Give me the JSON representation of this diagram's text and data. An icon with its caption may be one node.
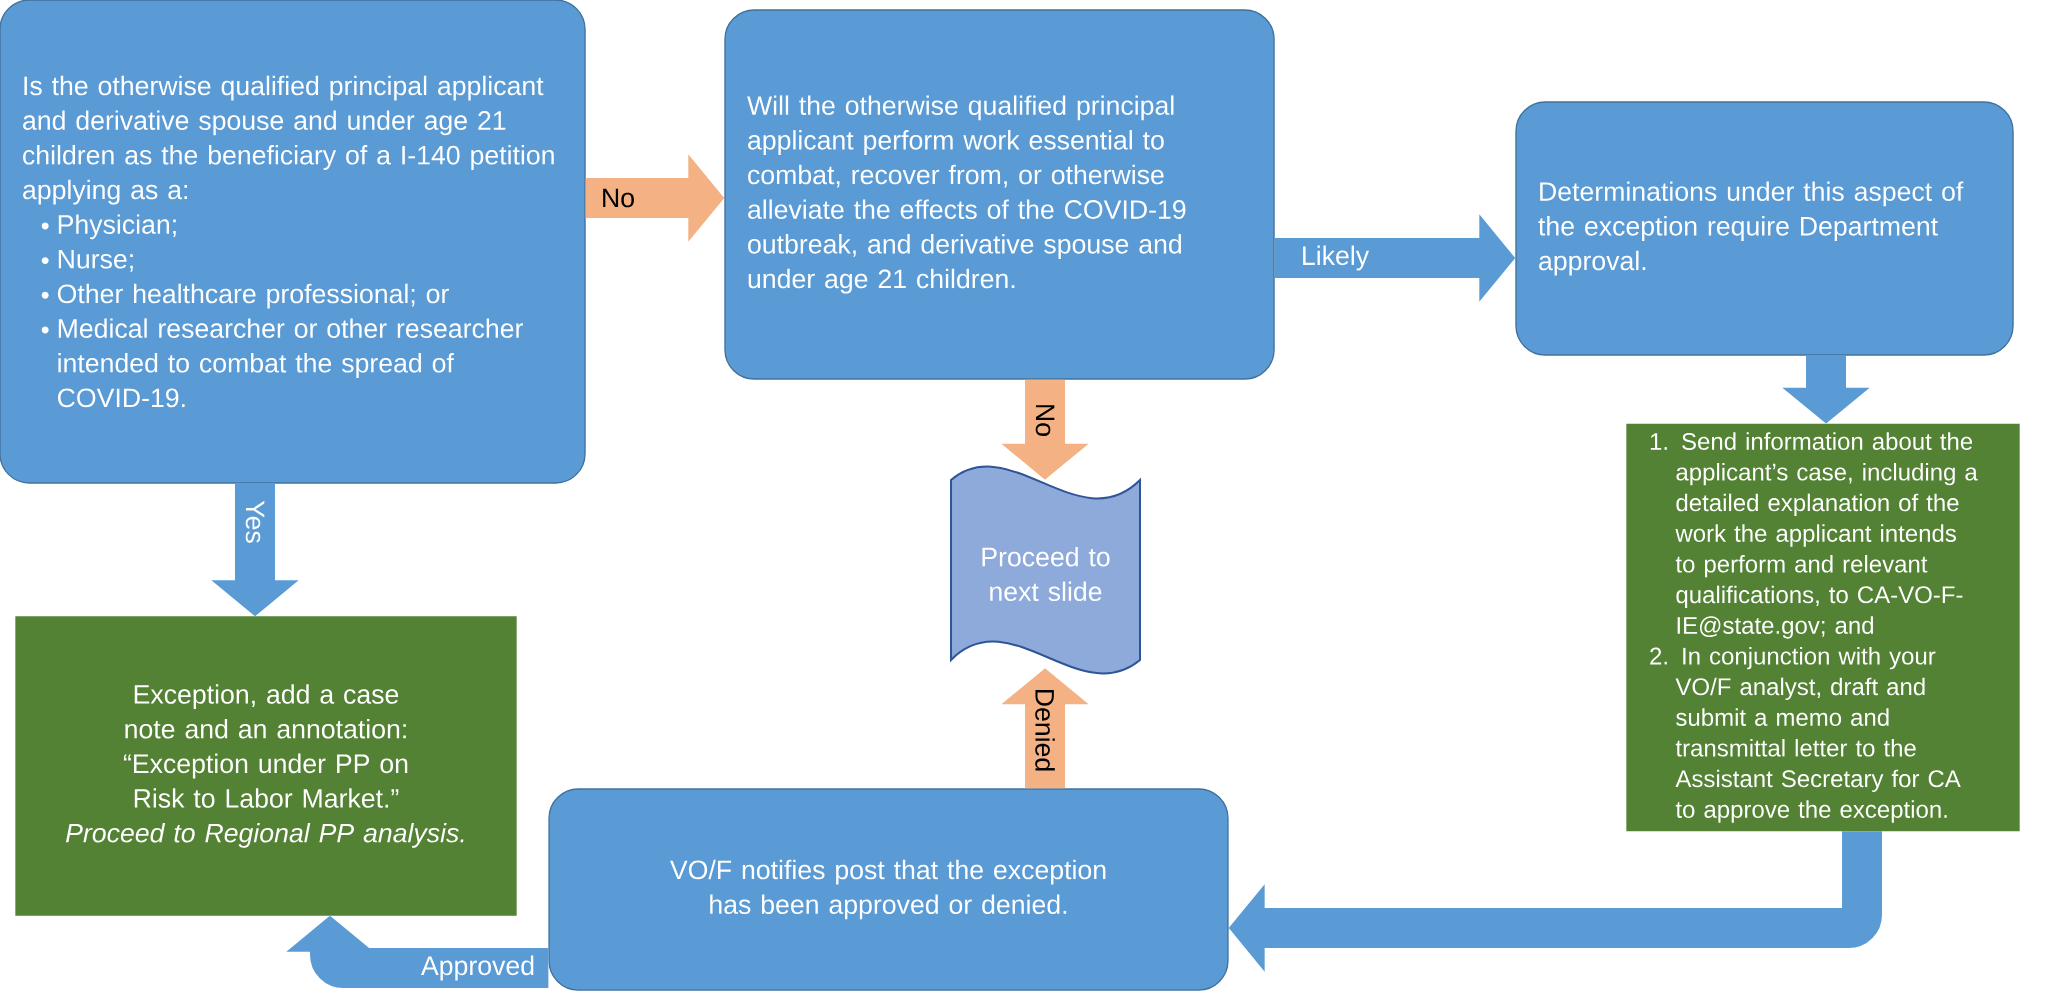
{
  "diagram": {
    "nodes": [
      {
        "text": [
          "Is the otherwise qualified principal applicant and derivative spouse and under age 21 children as the beneficiary of a I-140 petition applying as a:",
          "Physician;",
          "Nurse;",
          "Other healthcare professional; or",
          "Medical researcher or other researcher intended to combat the spread of COVID-19."
        ]
      },
      {
        "text": [
          "Will the otherwise qualified principal applicant perform work essential to combat, recover from, or otherwise alleviate the effects of the COVID-19 outbreak, and derivative spouse and under age 21 children."
        ]
      },
      {
        "text": [
          "Determinations under this aspect of the exception require Department approval."
        ]
      },
      {
        "text": [
          "1. Send information about the applicant’s case, including a detailed explanation of the work the applicant intends to perform and relevant qualifications, to CA-VO-F-IE@state.gov; and",
          "2. In conjunction with your VO/F analyst, draft and submit a memo and transmittal letter to the Assistant Secretary for CA to approve the exception."
        ]
      },
      {
        "text": [
          "VO/F notifies post that the exception has been approved or denied."
        ]
      },
      {
        "text": [
          "Proceed to next slide"
        ]
      },
      {
        "text": [
          "Exception, add a case note and an annotation:",
          "“Exception under PP on Risk to Labor Market.”",
          "Proceed to Regional PP analysis."
        ]
      }
    ],
    "edges": [
      {
        "from": 0,
        "to": 1,
        "arrow": "to",
        "label": "No",
        "color": "#f4b183"
      },
      {
        "from": 1,
        "to": 2,
        "arrow": "to",
        "label": "Likely"
      },
      {
        "from": 2,
        "to": 3,
        "arrow": "to"
      },
      {
        "from": 1,
        "to": 5,
        "arrow": "to",
        "label": "No",
        "color": "#f4b183"
      },
      {
        "from": 3,
        "to": 4,
        "arrow": "to"
      },
      {
        "from": 4,
        "to": 5,
        "arrow": "to",
        "label": "Denied",
        "color": "#f4b183"
      },
      {
        "from": 4,
        "to": 6,
        "arrow": "to",
        "label": "Approved"
      },
      {
        "from": 0,
        "to": 6,
        "arrow": "to",
        "label": "Yes"
      }
    ]
  }
}
